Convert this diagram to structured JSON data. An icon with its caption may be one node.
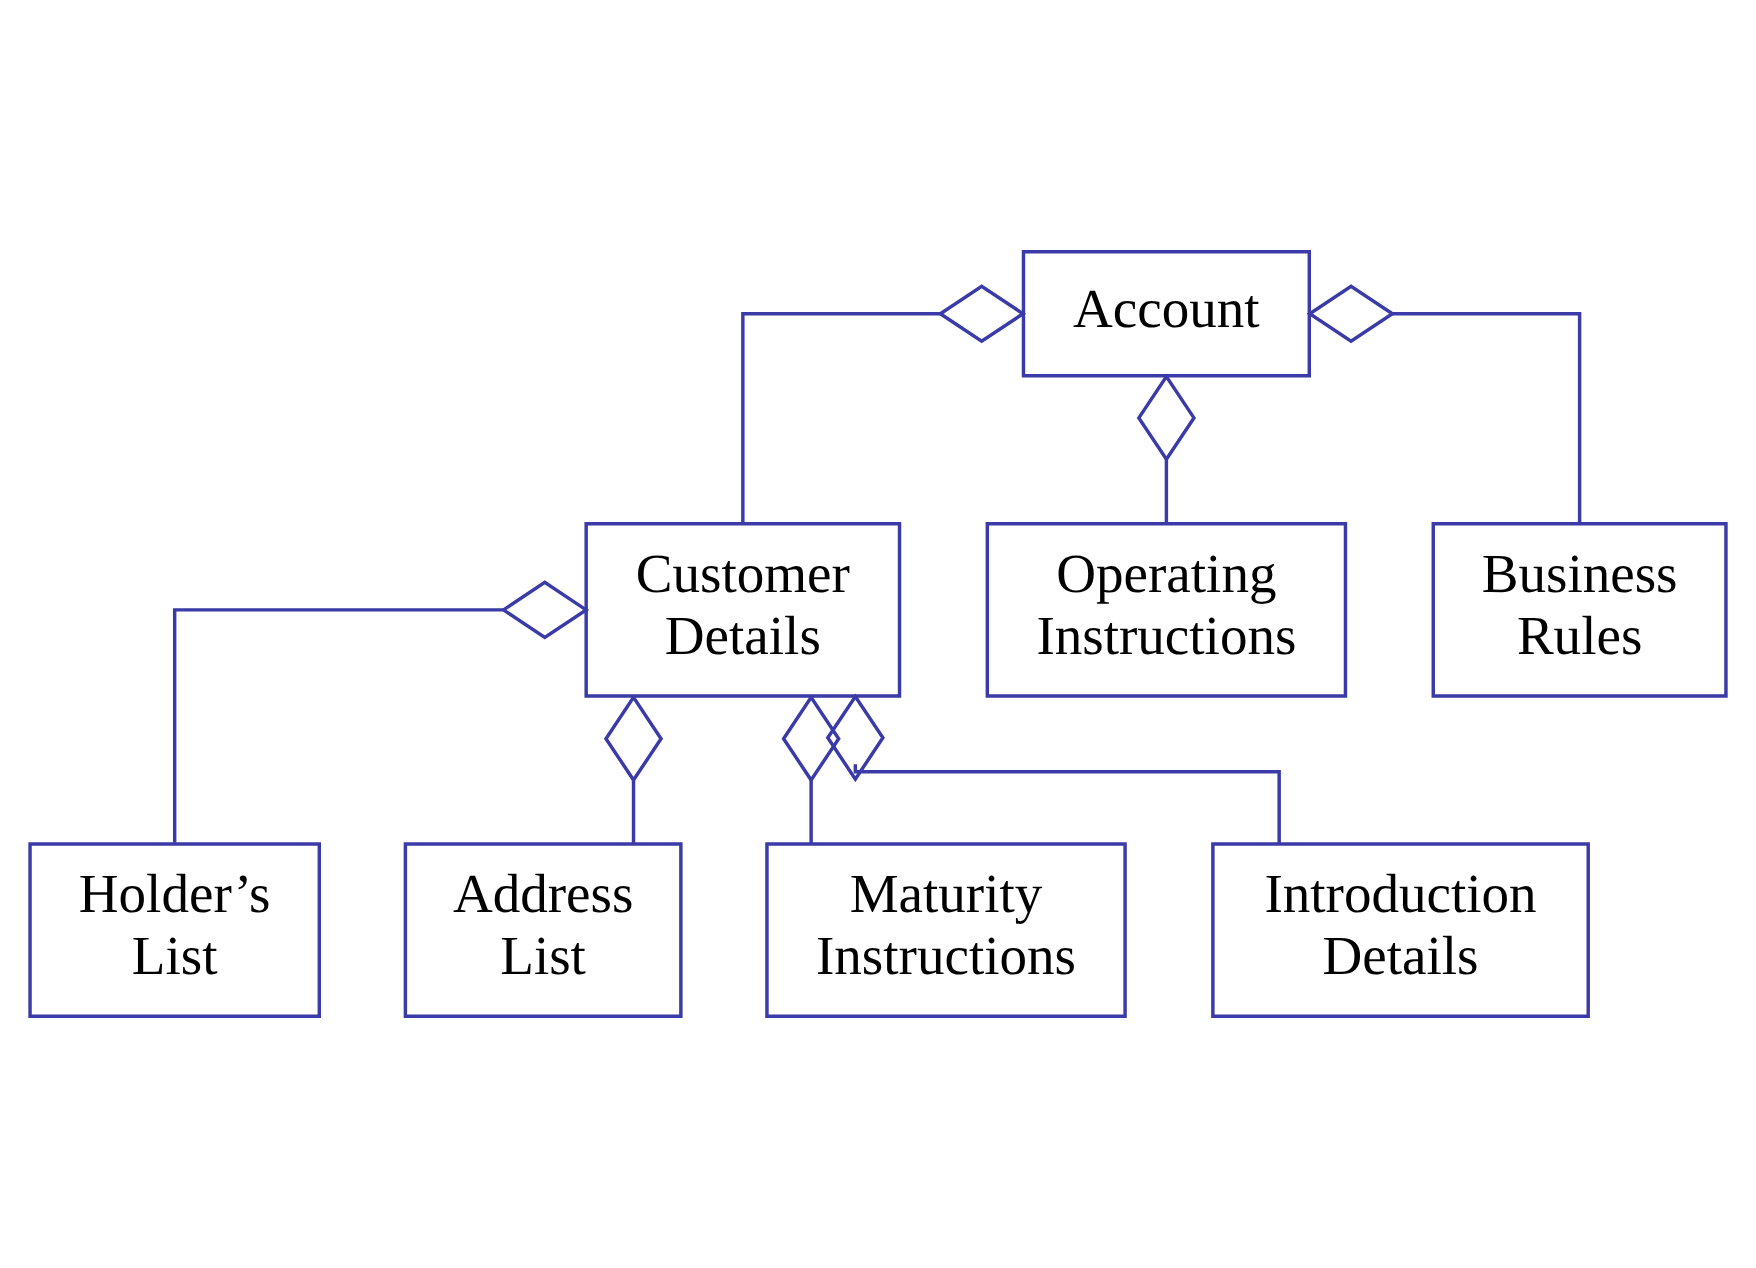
{
  "diagram": {
    "nodes": [
      {
        "text": [
          "Account"
        ]
      },
      {
        "text": [
          "Customer Details"
        ]
      },
      {
        "text": [
          "Operating Instructions"
        ]
      },
      {
        "text": [
          "Business Rules"
        ]
      },
      {
        "text": [
          "Holder’s List"
        ]
      },
      {
        "text": [
          "Address List"
        ]
      },
      {
        "text": [
          "Maturity Instructions"
        ]
      },
      {
        "text": [
          "Introduction Details"
        ]
      }
    ],
    "edges": [
      {
        "from": 0,
        "to": 1,
        "arrow": "other"
      },
      {
        "from": 0,
        "to": 2,
        "arrow": "other"
      },
      {
        "from": 0,
        "to": 3,
        "arrow": "other"
      },
      {
        "from": 1,
        "to": 4,
        "arrow": "other"
      },
      {
        "from": 1,
        "to": 5,
        "arrow": "other"
      },
      {
        "from": 1,
        "to": 6,
        "arrow": "other"
      },
      {
        "from": 1,
        "to": 7,
        "arrow": "other"
      }
    ]
  }
}
